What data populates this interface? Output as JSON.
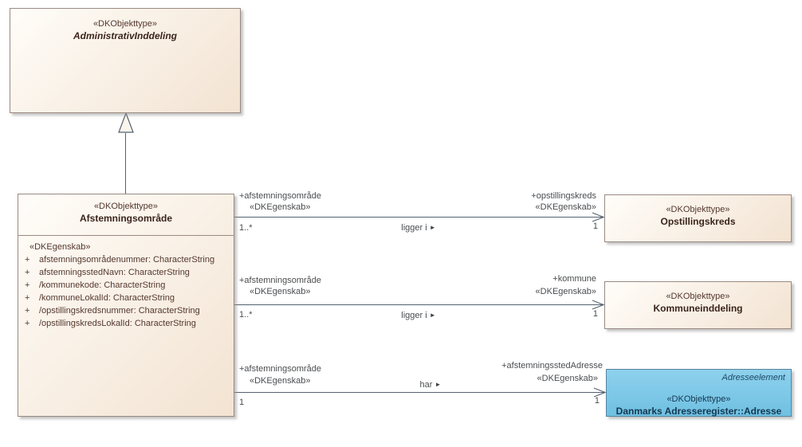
{
  "colors": {
    "class_fill_light": "#fffdf9",
    "class_fill_dark": "#f3e3d2",
    "class_border": "#9a8a82",
    "class_text": "#54382e",
    "class_name_text": "#3a241b",
    "adresse_fill_light": "#8ed1ed",
    "adresse_fill_dark": "#6fc0e2",
    "adresse_border": "#5585a0",
    "adresse_text": "#143850",
    "line_color": "#54626e",
    "label_color": "#4a4d50"
  },
  "diagram": {
    "classes": {
      "administrativ": {
        "stereotype": "«DKObjekttype»",
        "name": "AdministrativInddeling"
      },
      "afstemning": {
        "stereotype": "«DKObjekttype»",
        "name": "Afstemningsområde",
        "attributes_stereotype": "«DKEgenskab»",
        "attributes": [
          {
            "vis": "+",
            "text": "afstemningsområdenummer: CharacterString"
          },
          {
            "vis": "+",
            "text": "afstemningsstedNavn: CharacterString"
          },
          {
            "vis": "+",
            "text": "/kommunekode: CharacterString"
          },
          {
            "vis": "+",
            "text": "/kommuneLokalId: CharacterString"
          },
          {
            "vis": "+",
            "text": "/opstillingskredsnummer: CharacterString"
          },
          {
            "vis": "+",
            "text": "/opstillingskredsLokalId: CharacterString"
          }
        ]
      },
      "opstillingskreds": {
        "stereotype": "«DKObjekttype»",
        "name": "Opstillingskreds"
      },
      "kommuneinddeling": {
        "stereotype": "«DKObjekttype»",
        "name": "Kommuneinddeling"
      },
      "adresse": {
        "corner": "Adresseelement",
        "stereotype": "«DKObjekttype»",
        "name": "Danmarks Adresseregister::Adresse"
      }
    },
    "associations": {
      "opstillingskreds": {
        "name": "ligger i",
        "dir": "►",
        "src_role": "+afstemningsområde",
        "src_stereo": "«DKEgenskab»",
        "src_mult": "1..*",
        "tgt_role": "+opstillingskreds",
        "tgt_stereo": "«DKEgenskab»",
        "tgt_mult": "1"
      },
      "kommune": {
        "name": "ligger i",
        "dir": "►",
        "src_role": "+afstemningsområde",
        "src_stereo": "«DKEgenskab»",
        "src_mult": "1..*",
        "tgt_role": "+kommune",
        "tgt_stereo": "«DKEgenskab»",
        "tgt_mult": "1"
      },
      "adresse": {
        "name": "har",
        "dir": "►",
        "src_role": "+afstemningsområde",
        "src_stereo": "«DKEgenskab»",
        "src_mult": "1",
        "tgt_role": "+afstemningsstedAdresse",
        "tgt_stereo": "«DKEgenskab»",
        "tgt_mult": "1"
      }
    }
  }
}
